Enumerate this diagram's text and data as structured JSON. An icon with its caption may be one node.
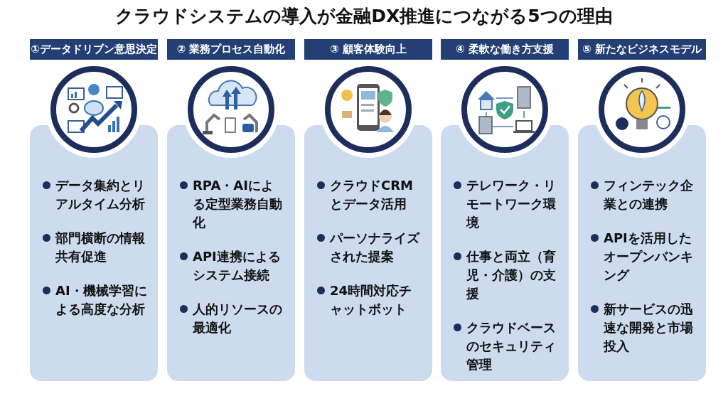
{
  "diagram": {
    "title": "クラウドシステムの導入が金融DX推進につながる5つの理由",
    "nodes": [
      {
        "text": [
          "①データドリブン意思決定"
        ]
      },
      {
        "text": [
          "データ集約とリアルタイム分析",
          "部門横断の情報共有促進",
          "AI・機械学習による高度な分析"
        ]
      },
      {
        "text": [],
        "shape": "picture"
      },
      {
        "text": [
          "② 業務プロセス自動化"
        ]
      },
      {
        "text": [
          "RPA・AIによる定型業務自動化",
          "API連携によるシステム接続",
          "人的リソースの最適化"
        ]
      },
      {
        "text": [],
        "shape": "picture"
      },
      {
        "text": [
          "③ 顧客体験向上"
        ]
      },
      {
        "text": [
          "クラウドCRMとデータ活用",
          "パーソナライズされた提案",
          "24時間対応チャットボット"
        ]
      },
      {
        "text": [],
        "shape": "picture"
      },
      {
        "text": [
          "④ 柔軟な働き方支援"
        ]
      },
      {
        "text": [
          "テレワーク・リモートワーク環境",
          "仕事と両立（育児・介護）の支援",
          "クラウドベースのセキュリティ管理"
        ]
      },
      {
        "text": [],
        "shape": "picture"
      },
      {
        "text": [
          "⑤ 新たなビジネスモデル"
        ]
      },
      {
        "text": [
          "フィンテック企業との連携",
          "APIを活用したオープンバンキング",
          "新サービスの迅速な開発と市場投入"
        ]
      },
      {
        "text": [],
        "shape": "picture"
      }
    ],
    "edges": []
  }
}
